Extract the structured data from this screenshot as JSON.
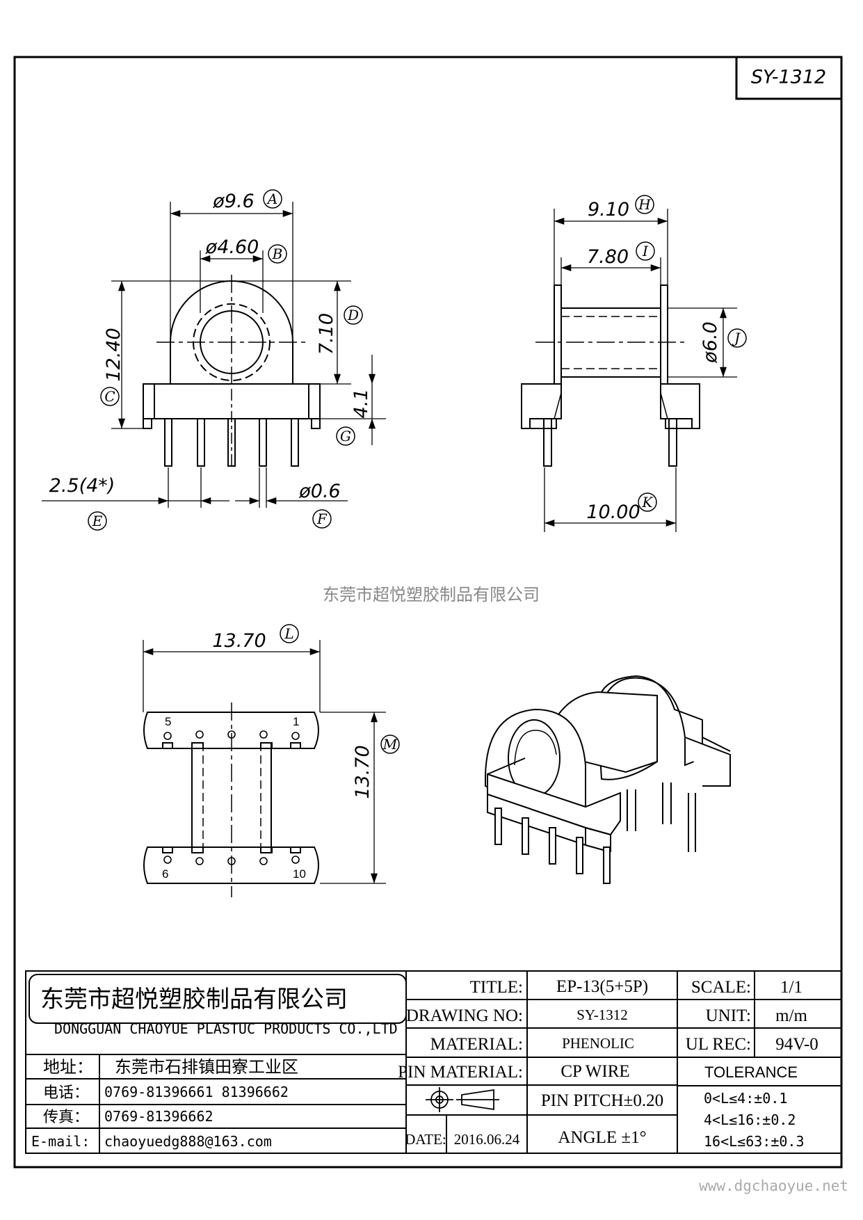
{
  "part_id": "SY-1312",
  "watermark": "东莞市超悦塑胶制品有限公司",
  "website": "www.dgchaoyue.net",
  "dimensions": {
    "A": {
      "value": "ø9.6",
      "letter": "A"
    },
    "B": {
      "value": "ø4.60",
      "letter": "B"
    },
    "C": {
      "value": "12.40",
      "letter": "C"
    },
    "D": {
      "value": "7.10",
      "letter": "D"
    },
    "G": {
      "value": "4.1",
      "letter": "G"
    },
    "E": {
      "value": "2.5(4*)",
      "letter": "E"
    },
    "F": {
      "value": "ø0.6",
      "letter": "F"
    },
    "H": {
      "value": "9.10",
      "letter": "H"
    },
    "I": {
      "value": "7.80",
      "letter": "I"
    },
    "J": {
      "value": "ø6.0",
      "letter": "J"
    },
    "K": {
      "value": "10.00",
      "letter": "K"
    },
    "L": {
      "value": "13.70",
      "letter": "L"
    },
    "M": {
      "value": "13.70",
      "letter": "M"
    }
  },
  "pin_numbers": {
    "p5": "5",
    "p1": "1",
    "p6": "6",
    "p10": "10"
  },
  "company": {
    "name_cn": "东莞市超悦塑胶制品有限公司",
    "name_en": "DONGGUAN CHAOYUE PLASTUC PRODUCTS CO.,LTD",
    "address_label": "地址：",
    "address": "东莞市石排镇田寮工业区",
    "phone_label": "电话：",
    "phone": "0769-81396661   81396662",
    "fax_label": "传真：",
    "fax": "0769-81396662",
    "email_label": "E-mail:",
    "email": "chaoyuedg888@163.com"
  },
  "title_block": {
    "title_label": "TITLE:",
    "title": "EP-13(5+5P)",
    "drawing_no_label": "DRAWING NO:",
    "drawing_no": "SY-1312",
    "material_label": "MATERIAL:",
    "material": "PHENOLIC",
    "pin_material_label": "PIN MATERIAL:",
    "pin_material": "CP  WIRE",
    "pin_pitch": "PIN PITCH±0.20",
    "date_label": "DATE:",
    "date": "2016.06.24",
    "angle": "ANGLE  ±1°",
    "scale_label": "SCALE:",
    "scale": "1/1",
    "unit_label": "UNIT:",
    "unit": "m/m",
    "ul_label": "UL REC:",
    "ul": "94V-0",
    "tolerance_label": "TOLERANCE",
    "tol1": "0<L≤4:±0.1",
    "tol2": "4<L≤16:±0.2",
    "tol3": "16<L≤63:±0.3"
  }
}
